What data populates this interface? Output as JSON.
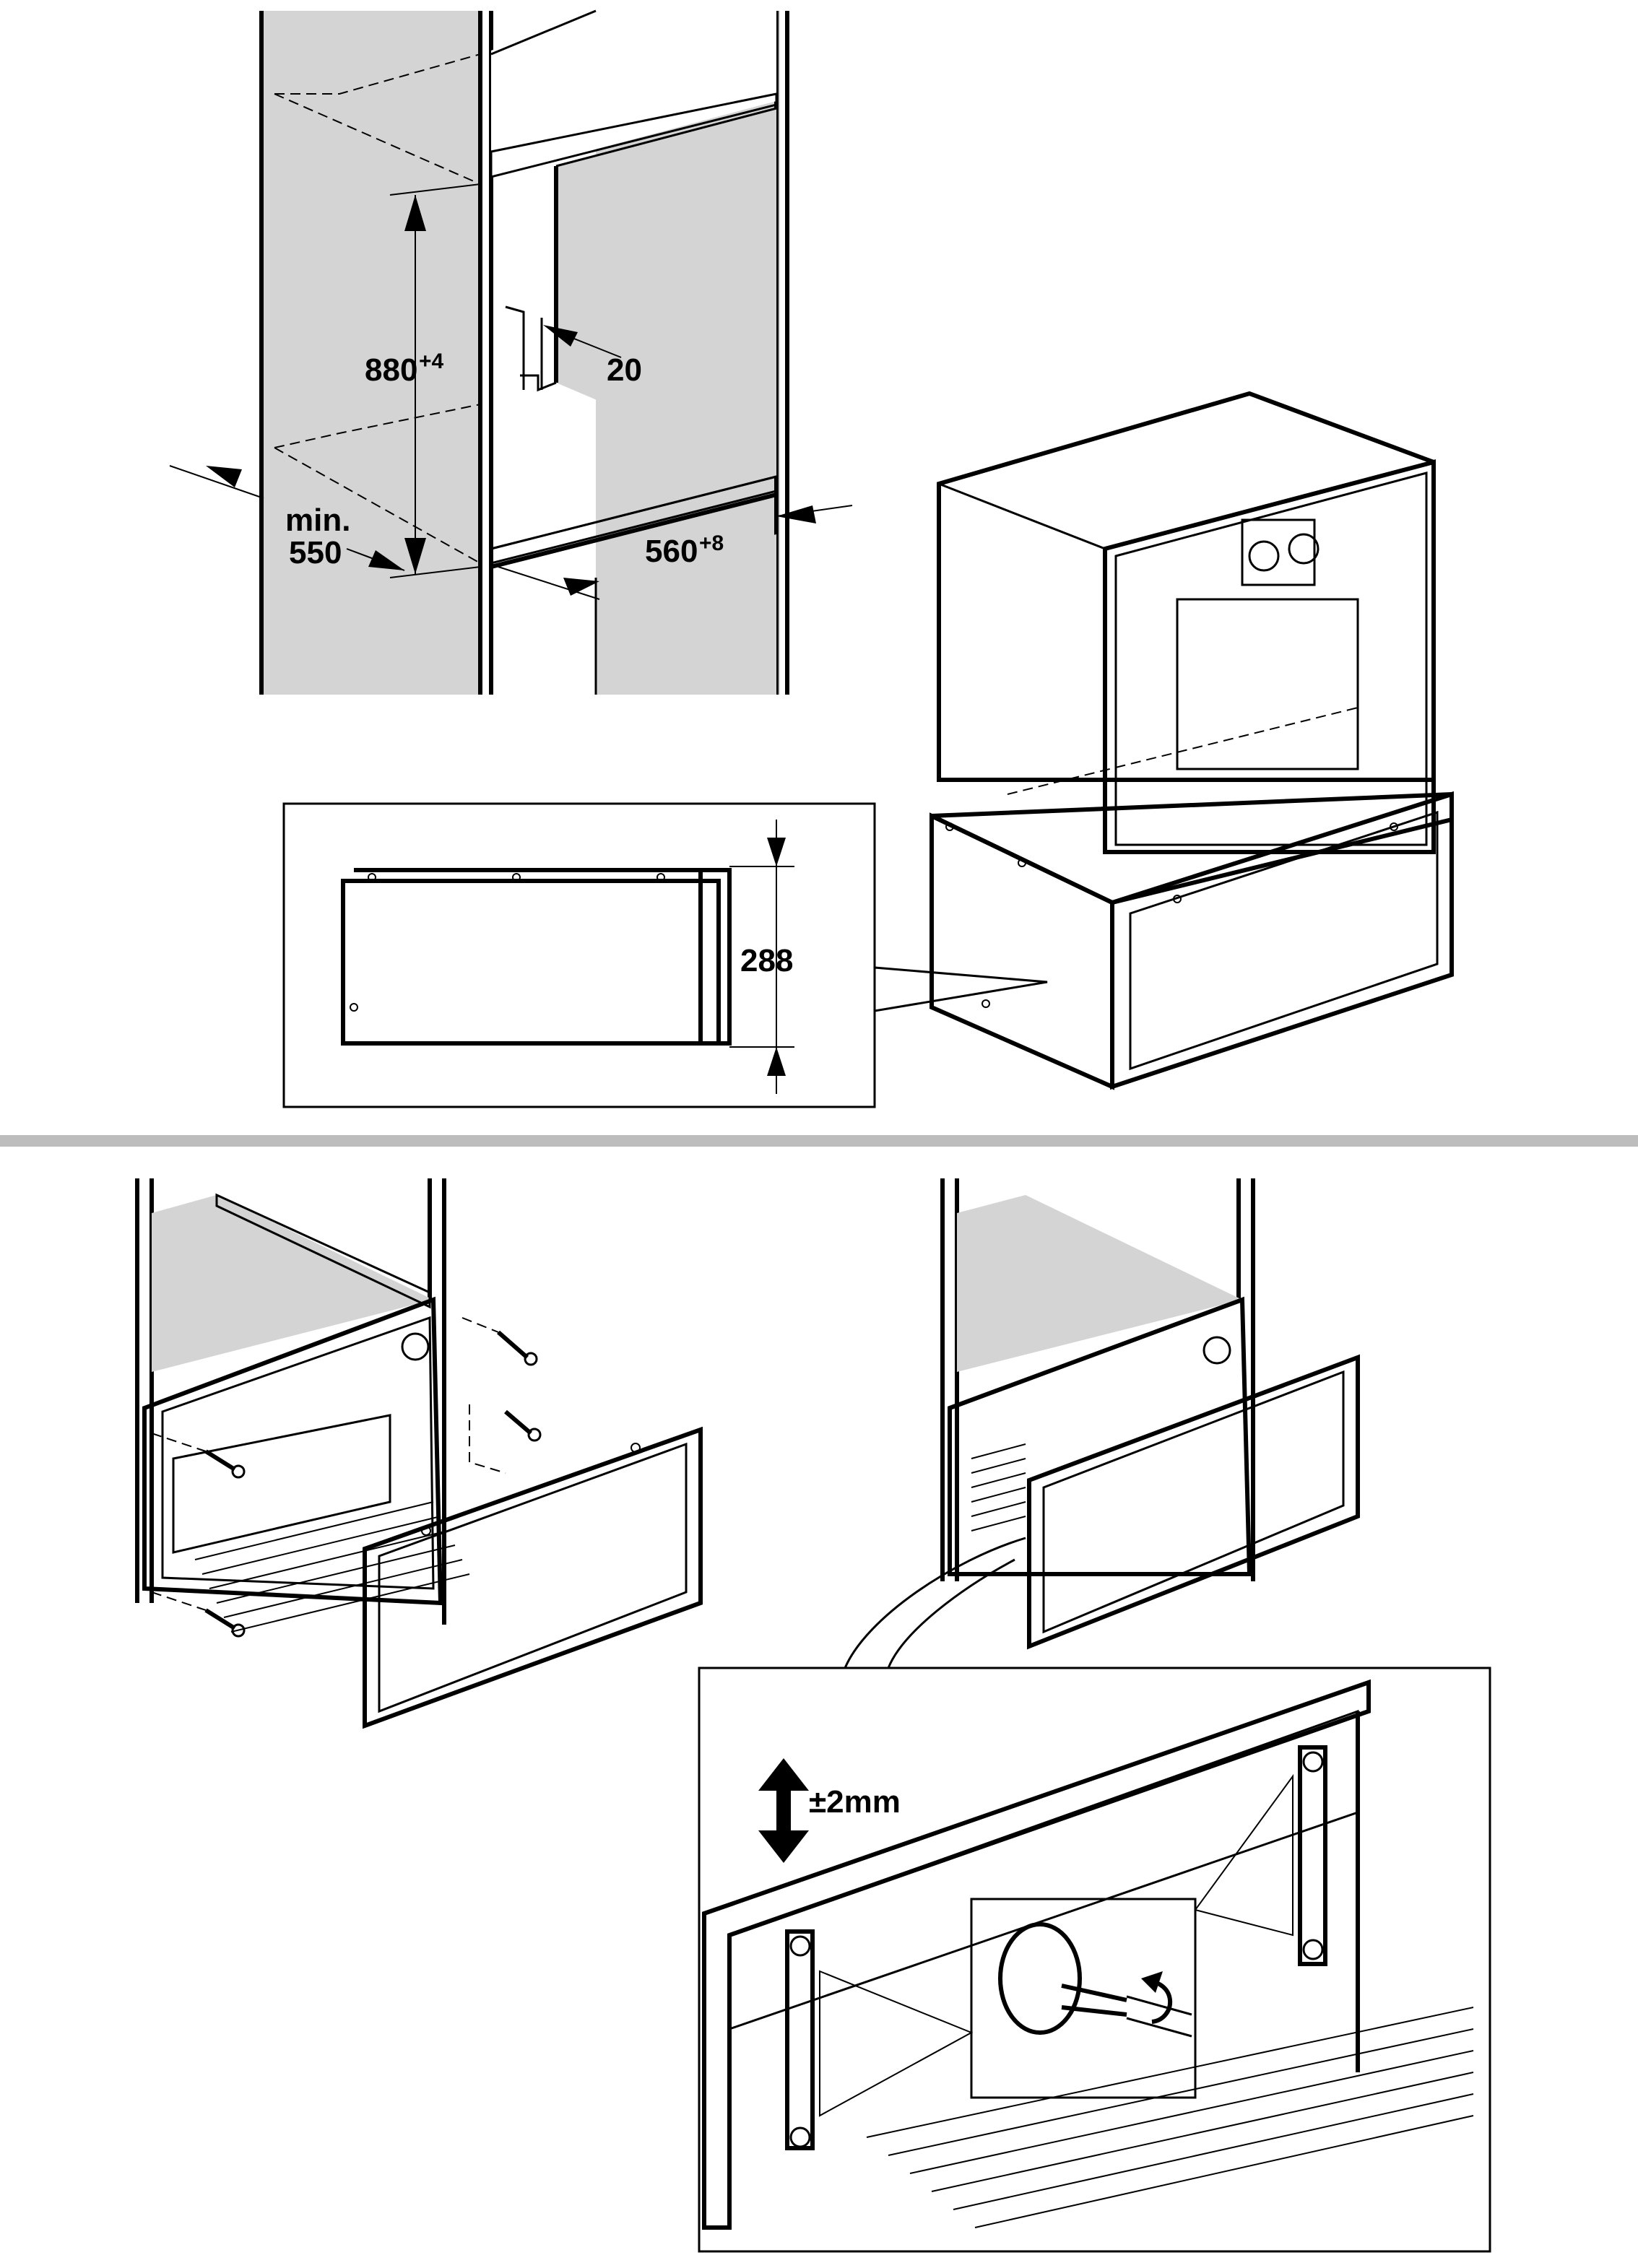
{
  "labels": {
    "height_value": "880",
    "height_tol": "+4",
    "gap_value": "20",
    "min_label": "min.",
    "min_value": "550",
    "width_value": "560",
    "width_tol": "+8",
    "drawer_height": "288",
    "adjust_range": "±2mm"
  },
  "colors": {
    "line": "#000000",
    "panel_fill": "#d4d4d4",
    "divider": "#bdbdbd",
    "background": "#ffffff"
  }
}
